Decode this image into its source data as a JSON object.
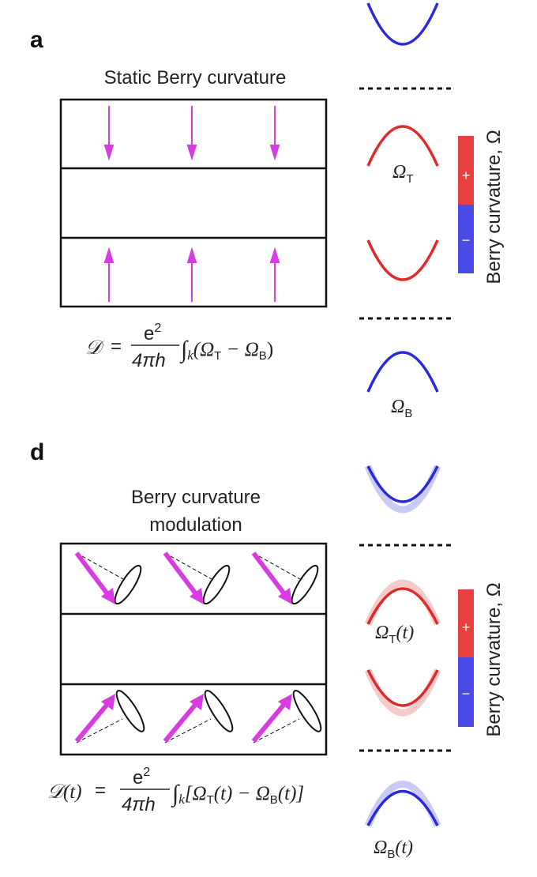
{
  "panel_a": {
    "label": "a",
    "title": "Static Berry curvature",
    "equation": {
      "lhs": "𝒟",
      "eq": "=",
      "num": "e",
      "num_sup": "2",
      "den": "4πh",
      "integral": "∫",
      "sub_k": "k",
      "body_open": "(Ω",
      "sub_T": "T",
      "minus": " − Ω",
      "sub_B": "B",
      "body_close": ")"
    },
    "omega_top": {
      "sym": "Ω",
      "sub": "T"
    },
    "omega_bottom": {
      "sym": "Ω",
      "sub": "B"
    },
    "colorbar": {
      "plus": "+",
      "minus": "−",
      "label": "Berry curvature, Ω"
    }
  },
  "panel_d": {
    "label": "d",
    "title_line1": "Berry curvature",
    "title_line2": "modulation",
    "equation": {
      "lhs": "𝒟(t)",
      "eq": "=",
      "num": "e",
      "num_sup": "2",
      "den": "4πh",
      "integral": "∫",
      "sub_k": "k",
      "body_open": "[Ω",
      "sub_T": "T",
      "mid": "(t) − Ω",
      "sub_B": "B",
      "body_close": "(t)]"
    },
    "omega_top": {
      "sym": "Ω",
      "sub": "T",
      "arg": "(t)"
    },
    "omega_bottom": {
      "sym": "Ω",
      "sub": "B",
      "arg": "(t)"
    },
    "colorbar": {
      "plus": "+",
      "minus": "−",
      "label": "Berry curvature, Ω"
    }
  },
  "colors": {
    "positive": "#e8403f",
    "negative": "#4a4ae6",
    "arrow": "#d63ce0",
    "red_band": "#e02a2a",
    "blue_band": "#2a2ad8"
  }
}
